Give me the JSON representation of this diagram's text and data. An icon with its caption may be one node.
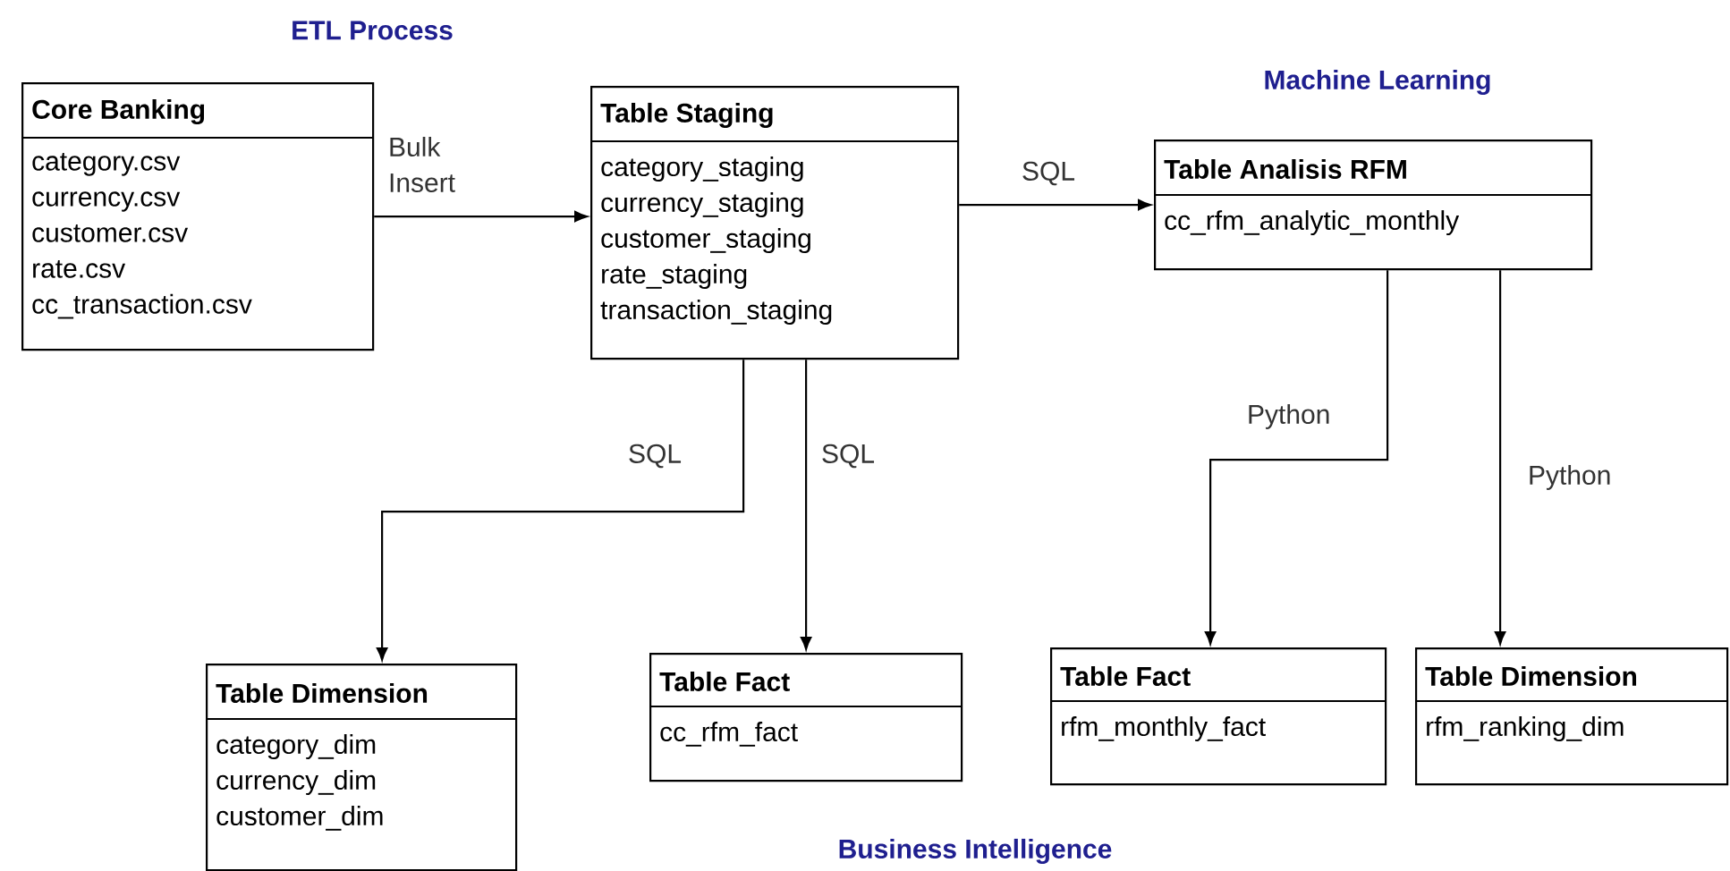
{
  "diagram": {
    "nodes": [
      {
        "text": [
          "Core Banking",
          "category.csv currency.csv customer.csv rate.csv cc_transaction.csv"
        ]
      },
      {
        "text": [
          "Table Staging",
          "category_staging currency_staging customer_staging rate_staging transaction_staging"
        ]
      },
      {
        "text": [
          "Table Analisis RFM",
          "cc_rfm_analytic_monthly"
        ]
      },
      {
        "text": [
          "Table Dimension",
          "category_dim currency_dim customer_dim"
        ]
      },
      {
        "text": [
          "Table Fact",
          "cc_rfm_fact"
        ]
      },
      {
        "text": [
          "Table Fact",
          "rfm_monthly_fact"
        ]
      },
      {
        "text": [
          "Table Dimension",
          "rfm_ranking_dim"
        ]
      }
    ],
    "edges": [
      {
        "from": 0,
        "to": 1,
        "arrow": "to",
        "label": "Bulk Insert"
      },
      {
        "from": 1,
        "to": 2,
        "arrow": "to",
        "label": "SQL"
      },
      {
        "from": 1,
        "to": 3,
        "arrow": "to",
        "label": "SQL"
      },
      {
        "from": 1,
        "to": 4,
        "arrow": "to",
        "label": "SQL"
      },
      {
        "from": 2,
        "to": 5,
        "arrow": "to",
        "label": "Python"
      },
      {
        "from": 2,
        "to": 6,
        "arrow": "to",
        "label": "Python"
      }
    ],
    "labels": [
      "ETL Process",
      "Machine Learning",
      "Business Intelligence"
    ]
  }
}
